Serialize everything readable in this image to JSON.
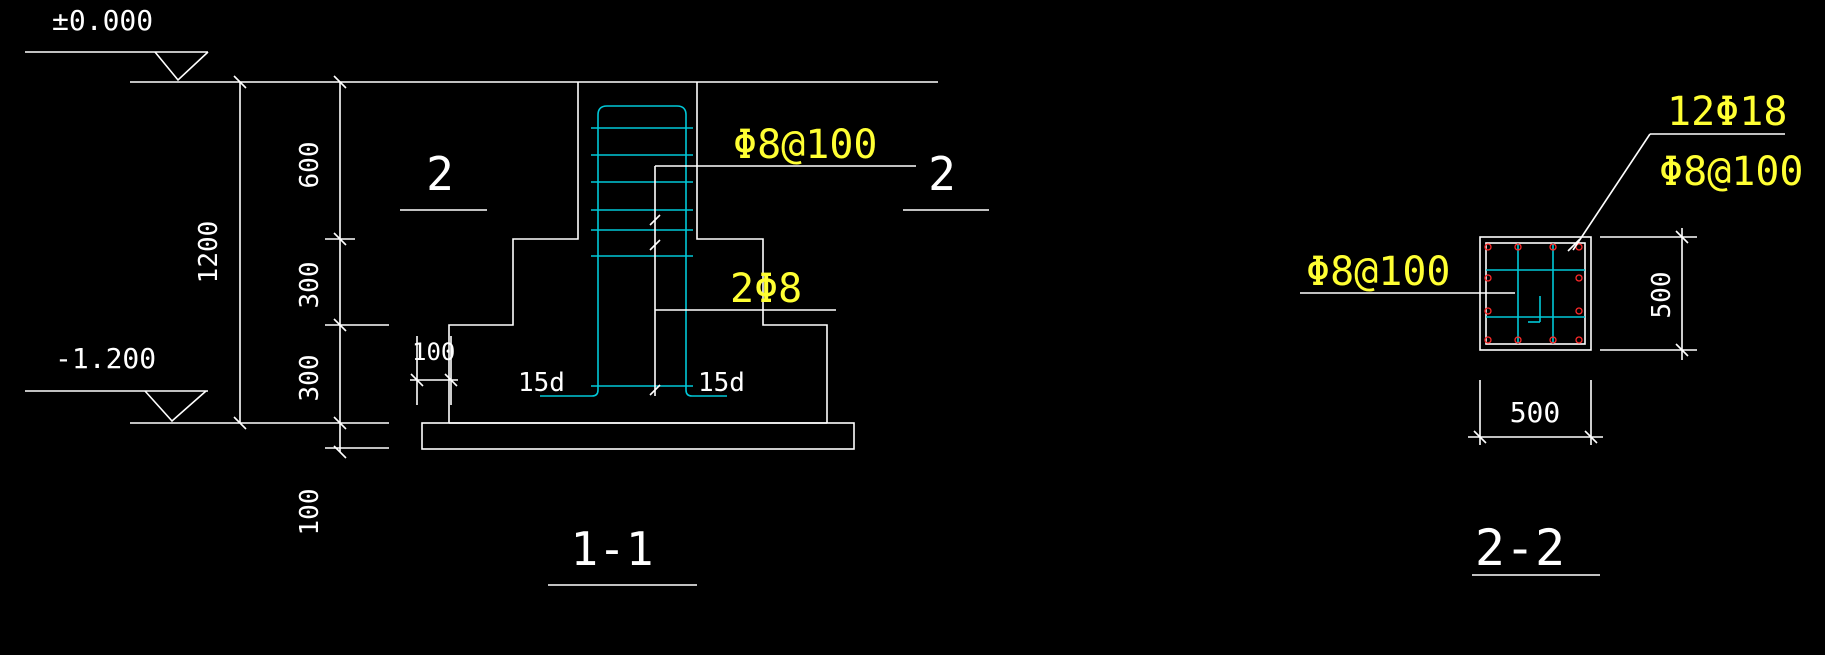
{
  "colors": {
    "background": "#000000",
    "linework": "#ffffff",
    "rebar": "#00c8d8",
    "annotation": "#ffff33",
    "bars": "#ff2a2a"
  },
  "elevations": {
    "top": "±0.000",
    "bottom": "-1.200"
  },
  "dimensions": {
    "total": "1200",
    "d600": "600",
    "d300a": "300",
    "d300b": "300",
    "d100": "100",
    "step": "100",
    "hook_left": "15d",
    "hook_right": "15d",
    "width": "500",
    "height": "500"
  },
  "section_1_1": {
    "cut_mark_left": "2",
    "cut_mark_right": "2",
    "stirrup_label": "Φ8@100",
    "bars_label": "2Φ8",
    "title": "1-1"
  },
  "section_2_2": {
    "main_bars": "12Φ18",
    "stirrup_right": "Φ8@100",
    "stirrup_left": "Φ8@100",
    "title": "2-2"
  }
}
